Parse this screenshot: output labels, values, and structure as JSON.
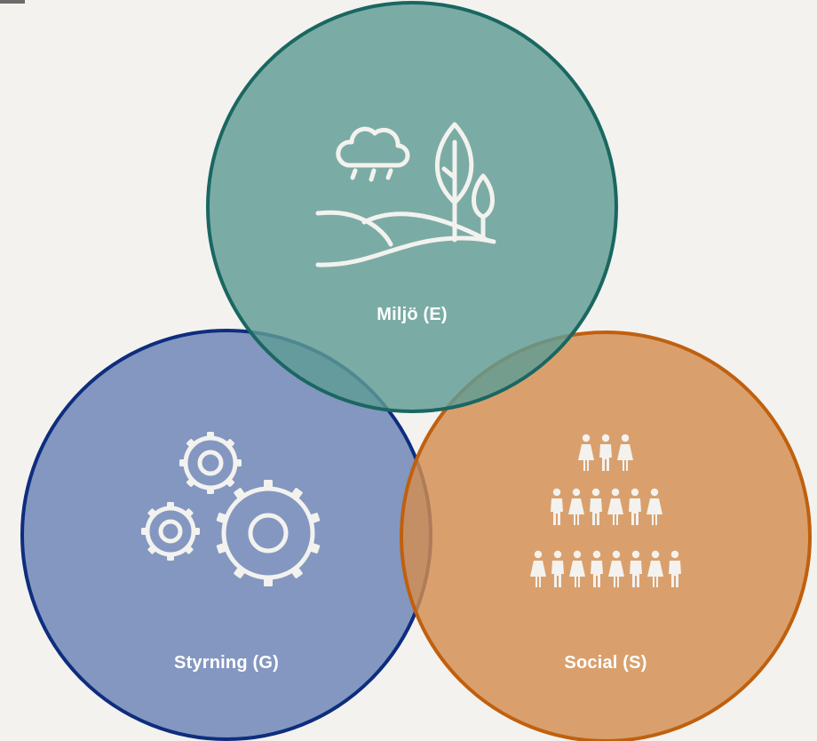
{
  "circles": {
    "environment": {
      "label": "Miljö (E)",
      "icon": "landscape-icon",
      "fill": "#5f9c95",
      "stroke": "#1a6761"
    },
    "governance": {
      "label": "Styrning (G)",
      "icon": "gears-icon",
      "fill": "#6a83b6",
      "stroke": "#0e2d7e"
    },
    "social": {
      "label": "Social (S)",
      "icon": "people-pyramid-icon",
      "fill": "#d38e50",
      "stroke": "#c0600e"
    }
  }
}
